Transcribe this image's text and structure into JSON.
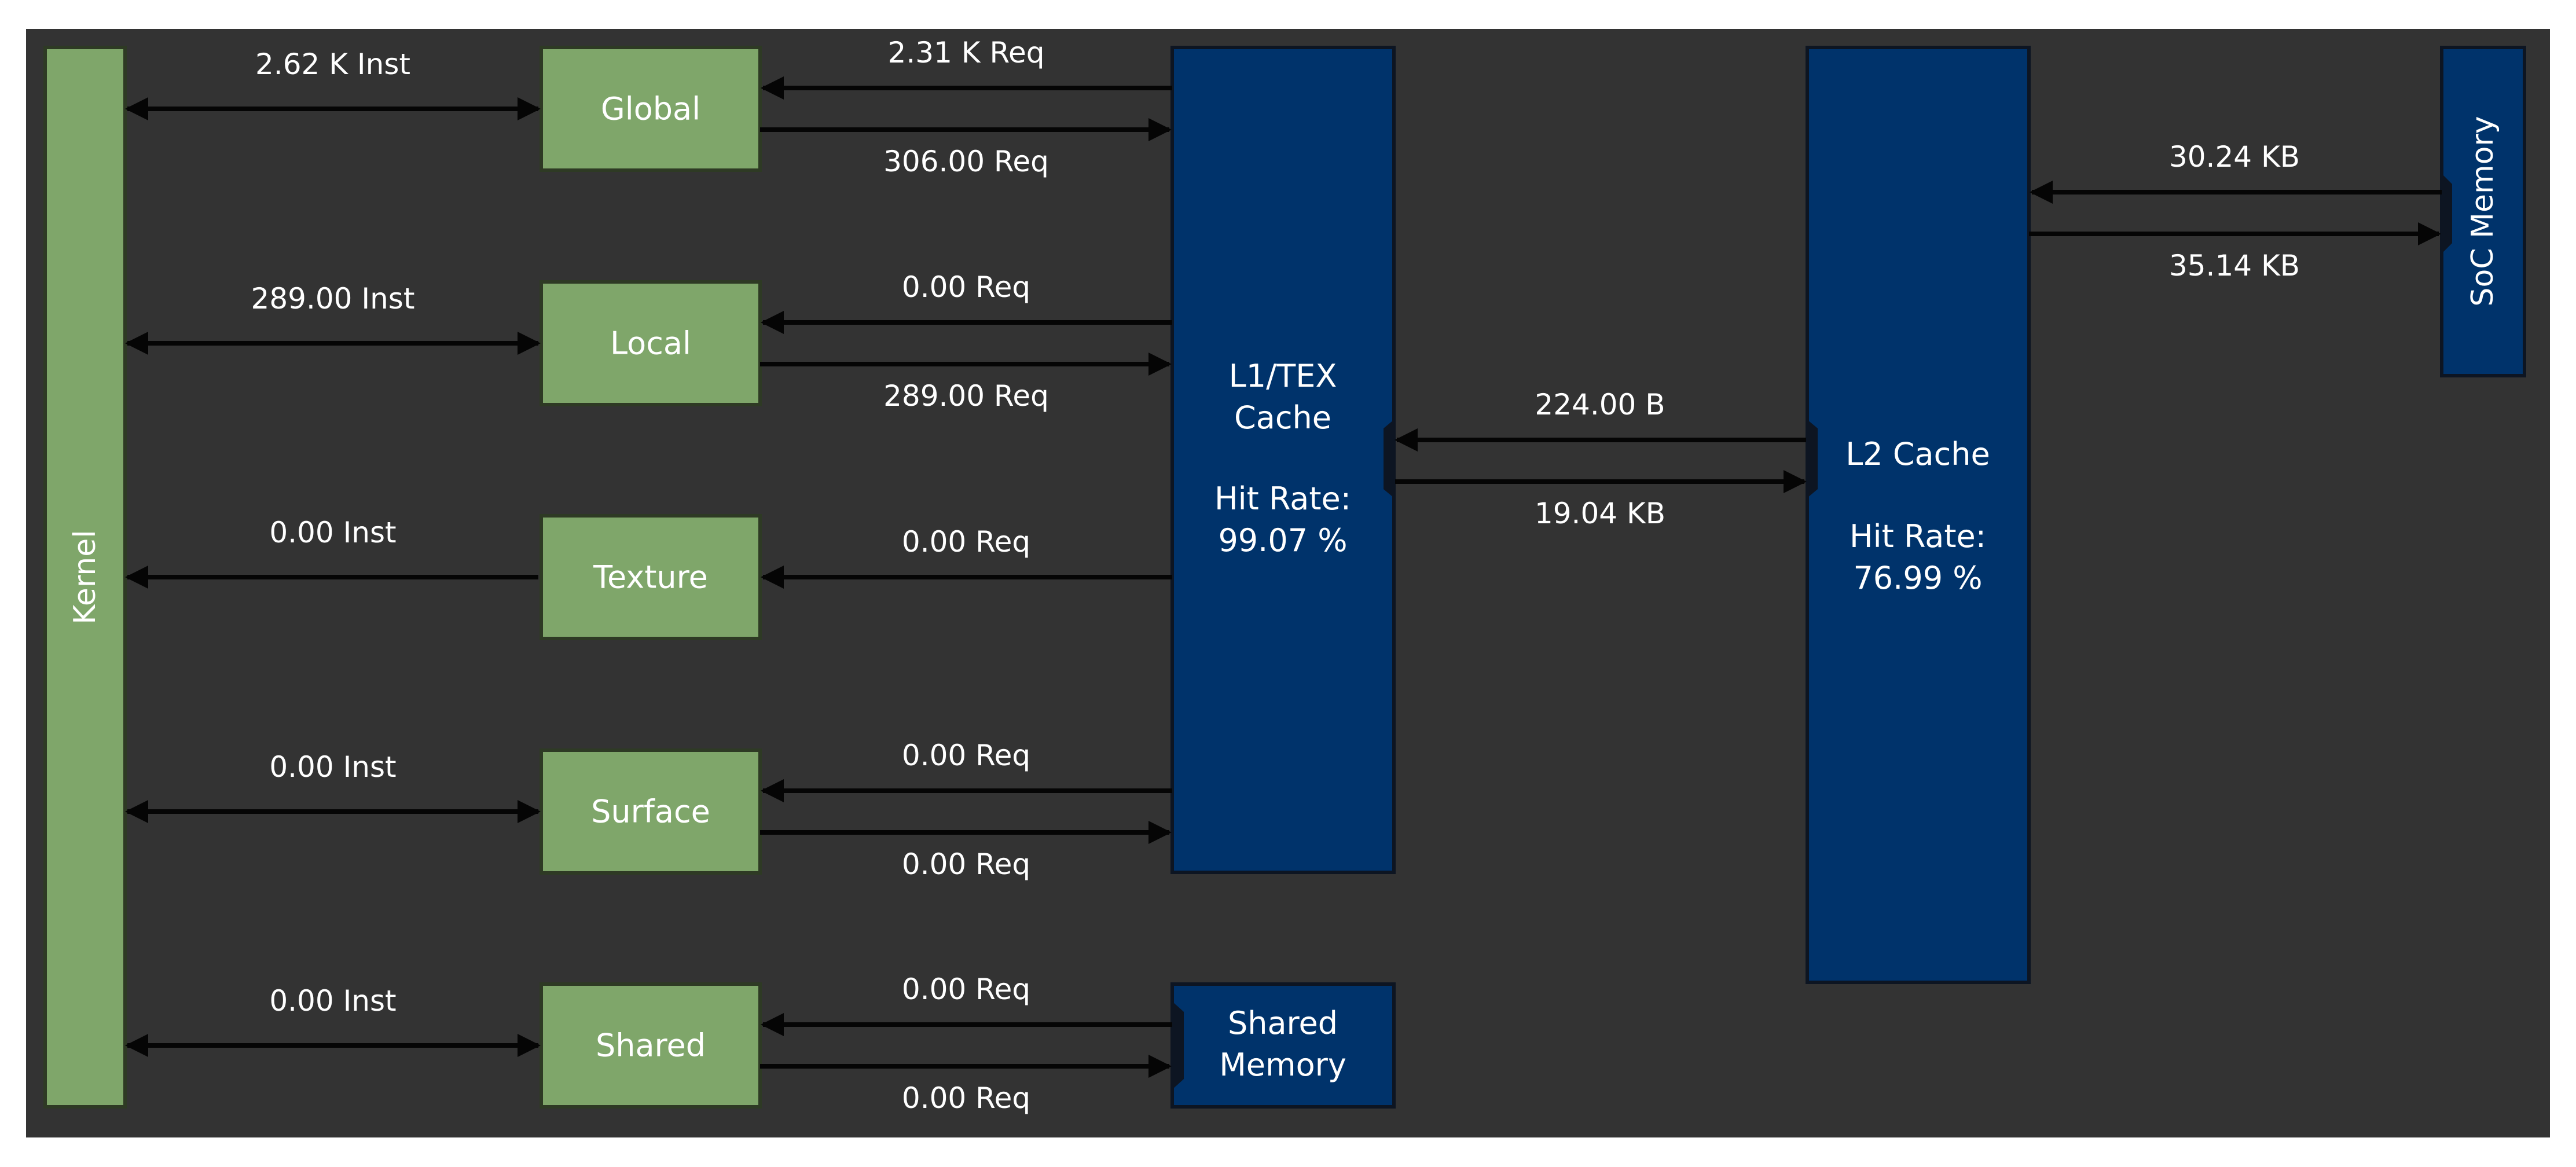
{
  "colors": {
    "page_background": "#ffffff",
    "panel_background": "#333333",
    "unit_fill": "#7fa66a",
    "unit_border": "#2e3a24",
    "cache_fill": "#00336b",
    "cache_border": "#0d1522",
    "text_light": "#ffffff",
    "arrow": "#050505"
  },
  "kernel": {
    "label": "Kernel"
  },
  "memory_units": [
    {
      "key": "global",
      "label": "Global",
      "inst_label": "2.62 K Inst",
      "req_up": "2.31 K Req",
      "req_down": "306.00 Req"
    },
    {
      "key": "local",
      "label": "Local",
      "inst_label": "289.00 Inst",
      "req_up": "0.00 Req",
      "req_down": "289.00 Req"
    },
    {
      "key": "texture",
      "label": "Texture",
      "inst_label": "0.00 Inst",
      "req_up": "0.00 Req",
      "req_down": ""
    },
    {
      "key": "surface",
      "label": "Surface",
      "inst_label": "0.00 Inst",
      "req_up": "0.00 Req",
      "req_down": "0.00 Req"
    },
    {
      "key": "shared",
      "label": "Shared",
      "inst_label": "0.00 Inst",
      "req_up": "0.00 Req",
      "req_down": "0.00 Req"
    }
  ],
  "l1_cache": {
    "title_line1": "L1/TEX",
    "title_line2": "Cache",
    "hit_rate_label": "Hit Rate:",
    "hit_rate_value": "99.07 %"
  },
  "shared_memory": {
    "line1": "Shared",
    "line2": "Memory"
  },
  "l1_l2_link": {
    "upper_label": "224.00 B",
    "lower_label": "19.04 KB"
  },
  "l2_cache": {
    "title": "L2 Cache",
    "hit_rate_label": "Hit Rate:",
    "hit_rate_value": "76.99 %"
  },
  "l2_soc_link": {
    "upper_label": "30.24 KB",
    "lower_label": "35.14 KB"
  },
  "soc_memory": {
    "label": "SoC Memory"
  }
}
